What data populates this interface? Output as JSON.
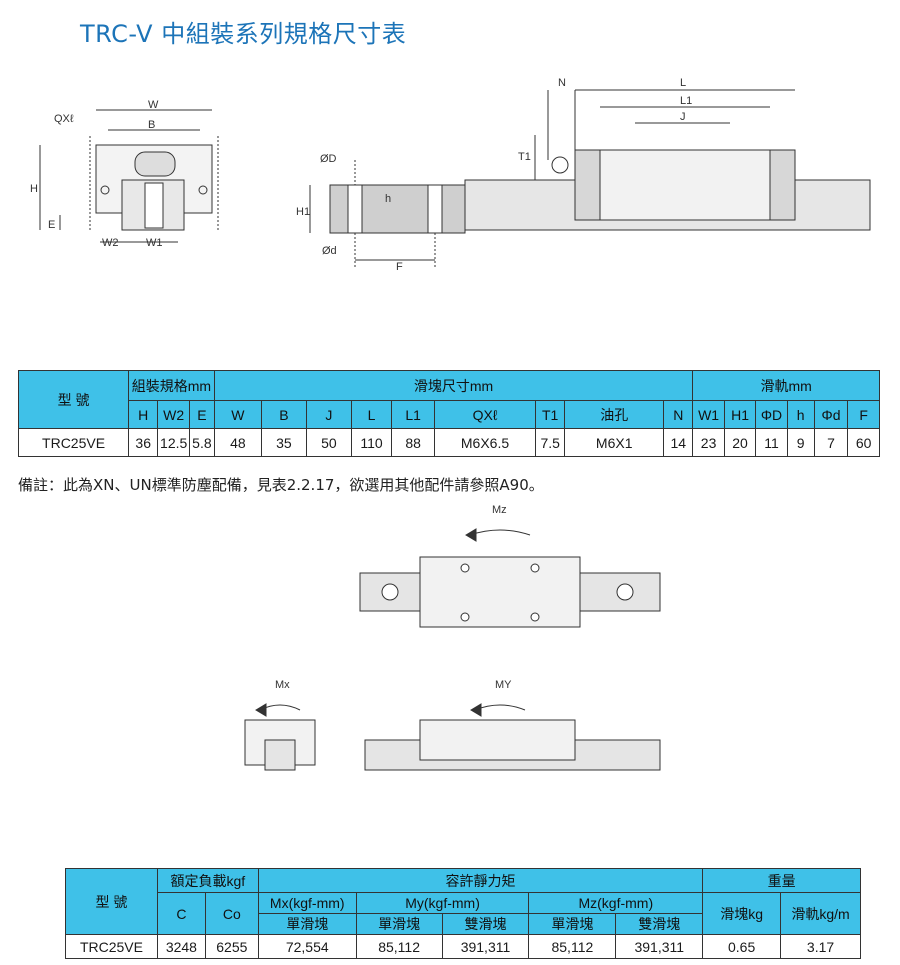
{
  "title": "TRC-V 中組裝系列規格尺寸表",
  "diagram_labels": {
    "qxl": "QXℓ",
    "W": "W",
    "B": "B",
    "H": "H",
    "E": "E",
    "W2": "W2",
    "W1": "W1",
    "phiD": "ØD",
    "h": "h",
    "H1": "H1",
    "phid": "Ød",
    "F": "F",
    "N": "N",
    "L": "L",
    "L1": "L1",
    "J": "J",
    "T1": "T1"
  },
  "table1": {
    "model_header": "型 號",
    "group_assembly": "組裝規格mm",
    "group_block": "滑塊尺寸mm",
    "group_rail": "滑軌mm",
    "columns": [
      "H",
      "W2",
      "E",
      "W",
      "B",
      "J",
      "L",
      "L1",
      "QXℓ",
      "T1",
      "油孔",
      "N",
      "W1",
      "H1",
      "ΦD",
      "h",
      "Φd",
      "F"
    ],
    "row": [
      "TRC25VE",
      "36",
      "12.5",
      "5.8",
      "48",
      "35",
      "50",
      "110",
      "88",
      "M6X6.5",
      "7.5",
      "M6X1",
      "14",
      "23",
      "20",
      "11",
      "9",
      "7",
      "60"
    ]
  },
  "note": "備註：此為XN、UN標準防塵配備，見表2.2.17，欲選用其他配件請參照A90。",
  "moments": {
    "mz": "Mz",
    "mx": "Mx",
    "my": "MY"
  },
  "table2": {
    "model_header": "型 號",
    "rated_load": "額定負載kgf",
    "allowable_moment": "容許靜力矩",
    "weight": "重量",
    "c": "C",
    "co": "Co",
    "mx": "Mx(kgf-mm)",
    "my": "My(kgf-mm)",
    "mz": "Mz(kgf-mm)",
    "single1": "單滑塊",
    "single2": "單滑塊",
    "double2": "雙滑塊",
    "single3": "單滑塊",
    "double3": "雙滑塊",
    "block_kg": "滑塊kg",
    "rail_kg": "滑軌kg/m",
    "row": [
      "TRC25VE",
      "3248",
      "6255",
      "72,554",
      "85,112",
      "391,311",
      "85,112",
      "391,311",
      "0.65",
      "3.17"
    ]
  }
}
